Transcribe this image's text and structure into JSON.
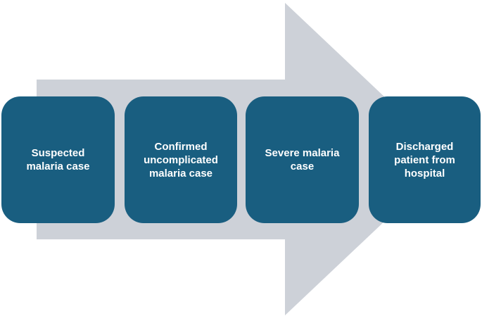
{
  "diagram": {
    "colors": {
      "arrow": "#CDD1D8",
      "box": "#195E80",
      "text": "#FFFFFF"
    },
    "steps": [
      {
        "label": "Suspected\nmalaria case"
      },
      {
        "label": "Confirmed\nuncomplicated\nmalaria case"
      },
      {
        "label": "Severe malaria\ncase"
      },
      {
        "label": "Discharged\npatient from\nhospital"
      }
    ]
  }
}
